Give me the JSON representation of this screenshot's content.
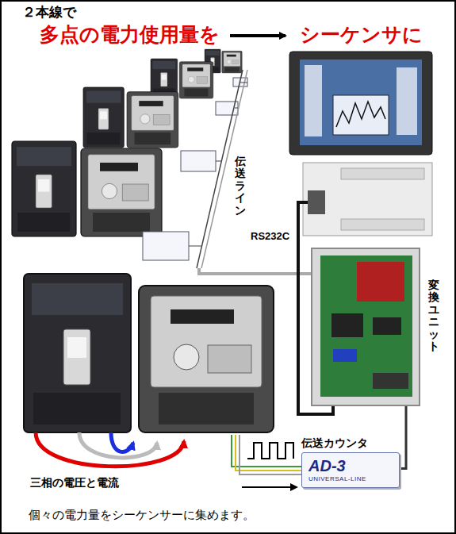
{
  "diagram": {
    "caption": "個々の電力量をシーケンサーに集めます。",
    "nodes": [
      {
        "text": [
          "変換ユニット"
        ]
      },
      {
        "text": [
          "伝送カウンタ",
          "AD-3",
          "UNIVERSAL-LINE"
        ]
      }
    ],
    "edges": [
      {
        "from": 1,
        "to": 0,
        "arrow": "none"
      }
    ],
    "labels": [
      "２本線で",
      "多点の電力使用量を",
      "シーケンサに",
      "伝送ライン",
      "RS232C",
      "三相の電圧と電流"
    ]
  }
}
